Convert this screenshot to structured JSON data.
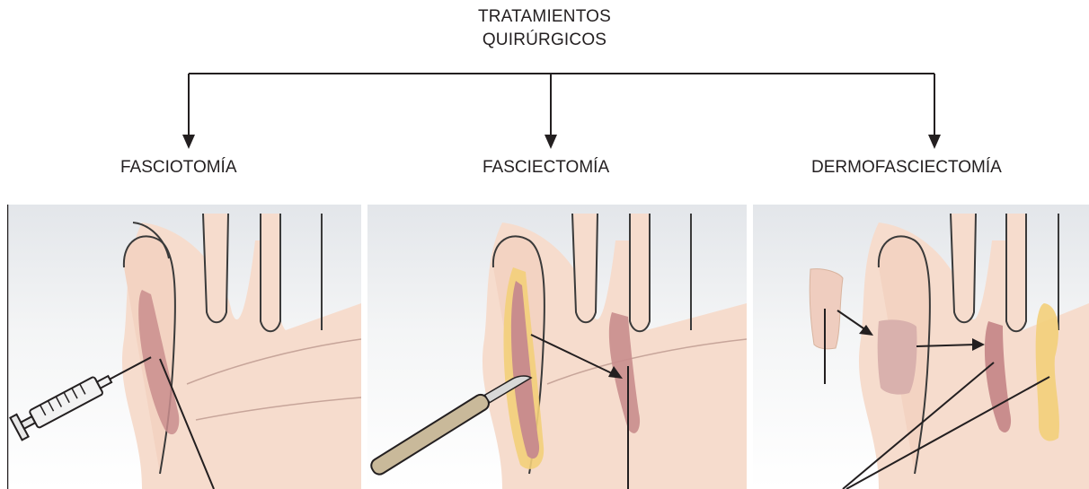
{
  "diagram": {
    "root": {
      "line1": "TRATAMIENTOS",
      "line2": "QUIRÚRGICOS"
    },
    "branches": [
      {
        "label": "FASCIOTOMÍA"
      },
      {
        "label": "FASCIECTOMÍA"
      },
      {
        "label": "DERMOFASCIECTOMÍA"
      }
    ]
  },
  "colors": {
    "text": "#231f20",
    "line": "#231f20",
    "skin": "#f6d9cc",
    "skin_outline": "#3a3a3a",
    "cord": "#c98d8d",
    "fat_yellow": "#f3cf7a",
    "background_top": "#e6e9ec"
  },
  "icons": [
    "syringe-icon",
    "scalpel-icon"
  ]
}
